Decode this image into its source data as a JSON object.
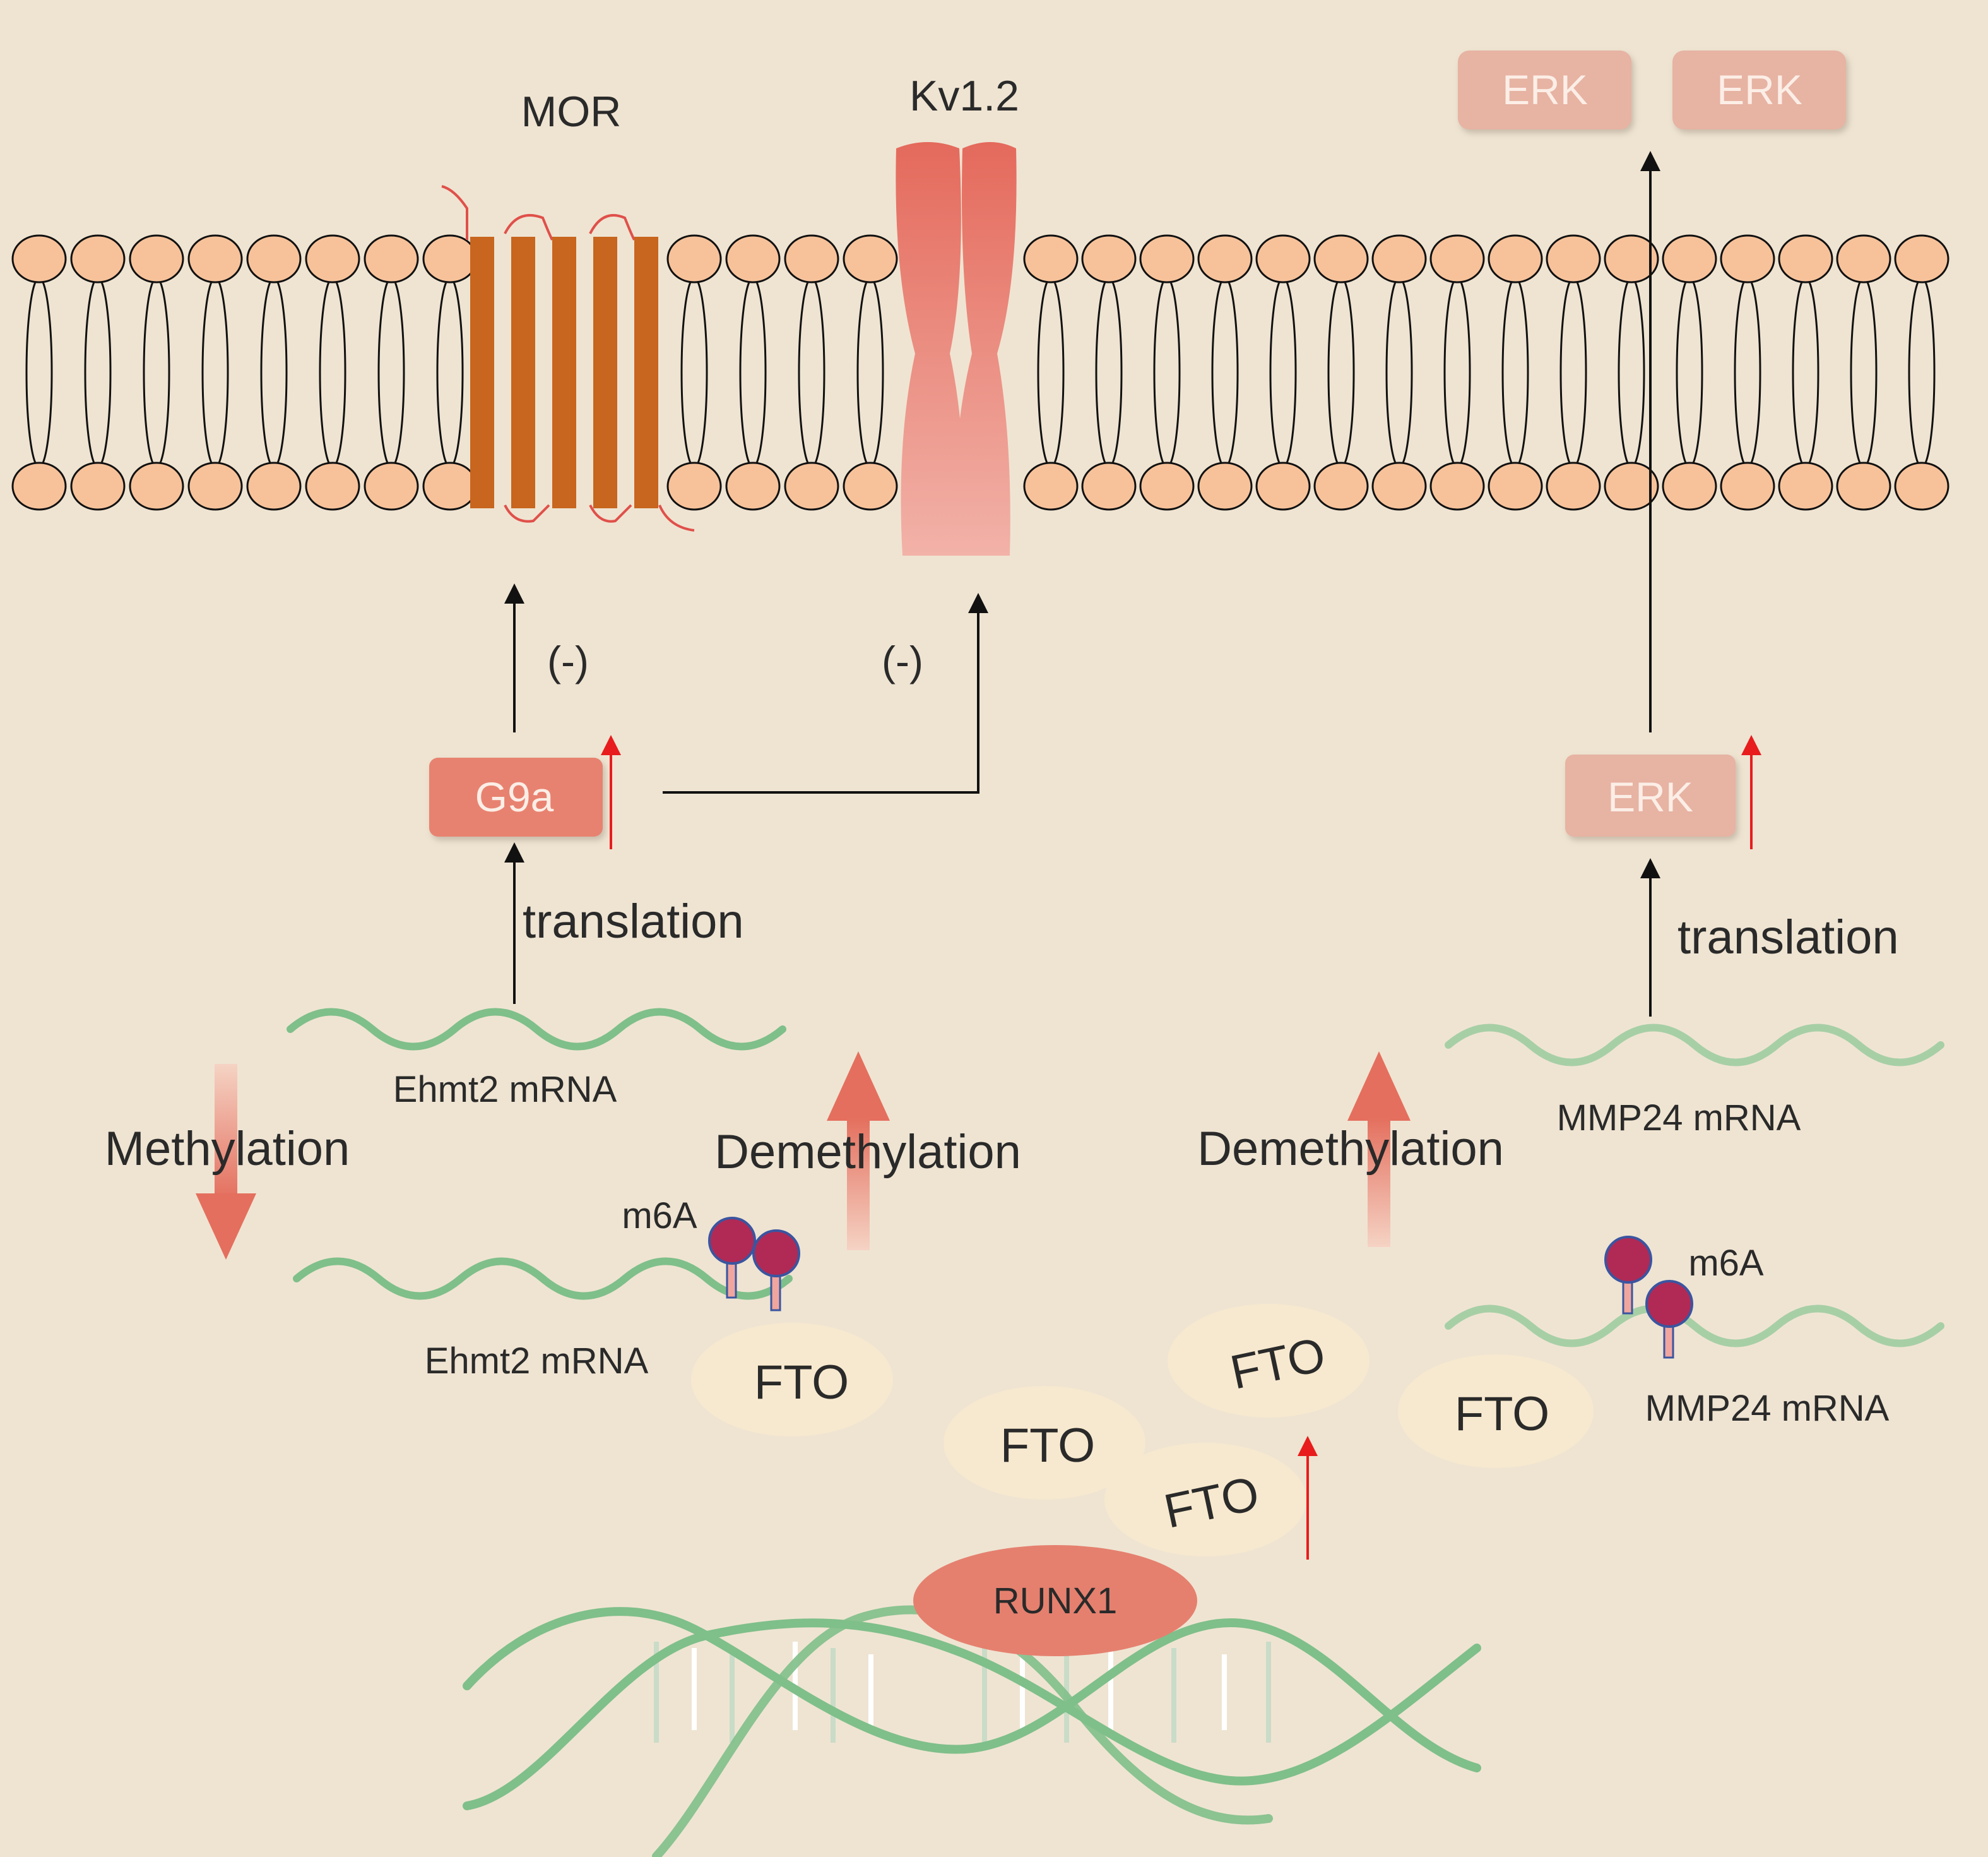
{
  "colors": {
    "background": "#efe4d2",
    "lipid_head": "#f7c29a",
    "mor_helix": "#c8651e",
    "kv_channel": "#e8786a",
    "mrna": "#7fbf8a",
    "fto_blob": "#f7e9cf",
    "runx1": "#e5806f",
    "m6a": "#b02a55",
    "up_arrow": "#e81c1c"
  },
  "membrane": {
    "mor_label": "MOR",
    "kv_label": "Kv1.2"
  },
  "top_erk": {
    "left": "ERK",
    "right": "ERK"
  },
  "left_pathway": {
    "inhibit_mor": "(-)",
    "inhibit_kv": "(-)",
    "g9a": "G9a",
    "translation": "translation",
    "mrna_top": "Ehmt2 mRNA",
    "methylation": "Methylation",
    "demethylation": "Demethylation",
    "m6a": "m6A",
    "mrna_bottom": "Ehmt2  mRNA",
    "fto": "FTO"
  },
  "right_pathway": {
    "erk": "ERK",
    "translation": "translation",
    "mrna_top": "MMP24  mRNA",
    "demethylation": "Demethylation",
    "m6a": "m6A",
    "mrna_bottom": "MMP24  mRNA",
    "fto": "FTO"
  },
  "center": {
    "fto_a": "FTO",
    "fto_b": "FTO",
    "fto_c": "FTO",
    "runx1": "RUNX1"
  },
  "icons": [
    "lipid-bilayer-icon",
    "dna-helix-icon",
    "m6a-marker-icon",
    "up-arrow-icon"
  ]
}
